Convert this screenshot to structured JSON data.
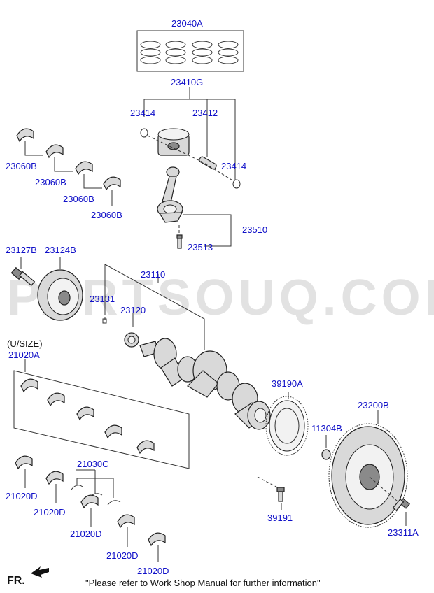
{
  "watermark": "PARTSOUQ.COM",
  "fr_label": "FR.",
  "note": "\"Please refer to Work Shop Manual for further information\"",
  "u_size": "(U/SIZE)",
  "labels": {
    "rings": "23040A",
    "piston_set": "23410G",
    "clip_left": "23414",
    "pin": "23412",
    "clip_right": "23414",
    "bearing_upper_1": "23060B",
    "bearing_upper_2": "23060B",
    "bearing_upper_3": "23060B",
    "bearing_upper_4": "23060B",
    "conrod": "23510",
    "conrod_bolt": "23513",
    "pulley_bolt": "23127B",
    "pulley": "23124B",
    "crankshaft": "23110",
    "key": "23131",
    "sprocket": "23120",
    "main_bearing_set": "21020A",
    "ring_gear": "39190A",
    "plug": "11304B",
    "flywheel": "23200B",
    "thrust_washer": "21030C",
    "main_lower_1": "21020D",
    "main_lower_2": "21020D",
    "main_lower_3": "21020D",
    "main_lower_4": "21020D",
    "main_lower_5": "21020D",
    "ring_gear_bolt": "39191",
    "flywheel_bolt": "23311A"
  }
}
